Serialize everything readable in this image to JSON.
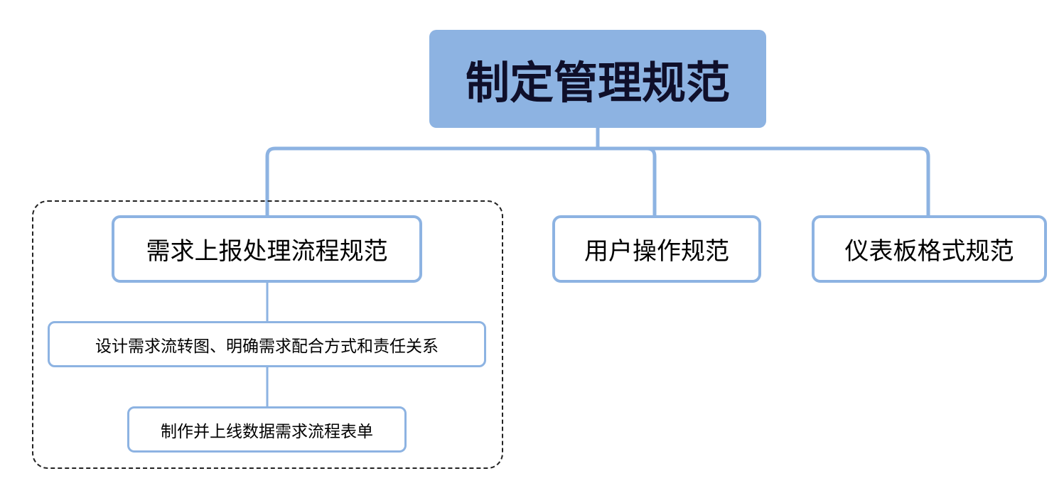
{
  "diagram": {
    "root": {
      "label": "制定管理规范"
    },
    "branches": [
      {
        "label": "需求上报处理流程规范",
        "children": [
          {
            "label": "设计需求流转图、明确需求配合方式和责任关系"
          },
          {
            "label": "制作并上线数据需求流程表单"
          }
        ]
      },
      {
        "label": "用户操作规范"
      },
      {
        "label": "仪表板格式规范"
      }
    ]
  },
  "colors": {
    "accent": "#8db3e2",
    "root_fill": "#8db3e2",
    "root_text": "#0f0f2a",
    "group_border": "#222222"
  }
}
